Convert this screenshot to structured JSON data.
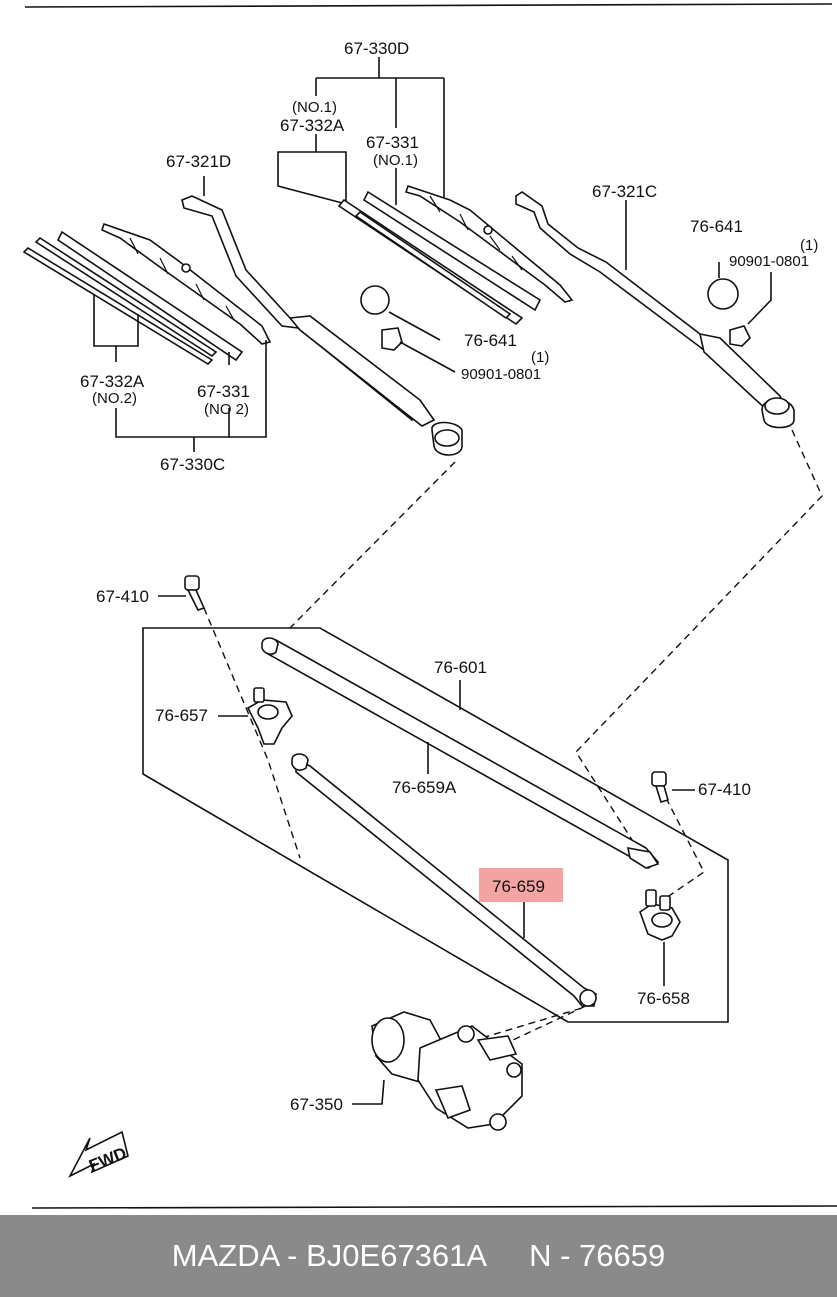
{
  "labels": {
    "l_67_330D": "67-330D",
    "l_no1_a": "(NO.1)",
    "l_67_332A_a": "67-332A",
    "l_67_331_a": "67-331",
    "l_no1_b": "(NO.1)",
    "l_67_321D": "67-321D",
    "l_67_321C": "67-321C",
    "l_76_641_a": "76-641",
    "l_paren1_a": "(1)",
    "l_90901_a": "90901-0801",
    "l_76_641_b": "76-641",
    "l_paren1_b": "(1)",
    "l_90901_b": "90901-0801",
    "l_67_332A_b": "67-332A",
    "l_no2_a": "(NO.2)",
    "l_67_331_b": "67-331",
    "l_no2_b": "(NO 2)",
    "l_67_330C": "67-330C",
    "l_67_410_a": "67-410",
    "l_76_601": "76-601",
    "l_76_657": "76-657",
    "l_76_659A": "76-659A",
    "l_67_410_b": "67-410",
    "l_76_659": "76-659",
    "l_76_658": "76-658",
    "l_67_350": "67-350",
    "fwd": "FWD"
  },
  "highlight": {
    "part": "76-659",
    "color": "#f4a3a3"
  },
  "footer": {
    "brand": "MAZDA - BJ0E67361A",
    "number": "N - 76659",
    "background": "#8a8a8a"
  }
}
